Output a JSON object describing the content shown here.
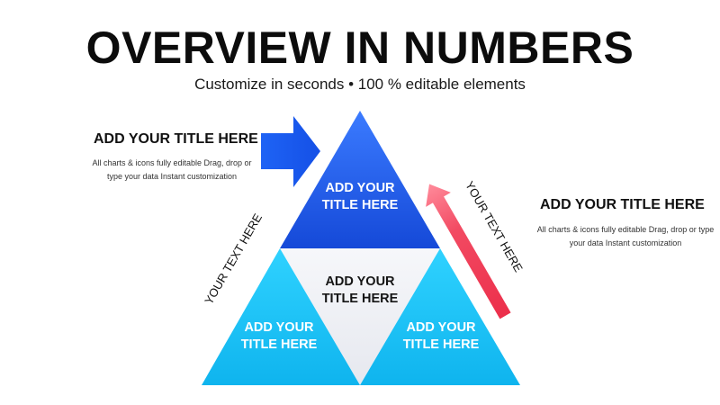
{
  "header": {
    "title": "OVERVIEW IN NUMBERS",
    "subtitle": "Customize in seconds • 100 % editable elements"
  },
  "left_block": {
    "title": "ADD YOUR TITLE HERE",
    "text": "All charts & icons fully editable Drag, drop or type your data Instant customization"
  },
  "right_block": {
    "title": "ADD YOUR TITLE HERE",
    "text": "All charts & icons fully editable Drag, drop or type your data Instant customization"
  },
  "pyramid": {
    "top": {
      "line1": "ADD YOUR",
      "line2": "TITLE HERE"
    },
    "center": {
      "line1": "ADD YOUR",
      "line2": "TITLE HERE"
    },
    "bottom_left": {
      "line1": "ADD YOUR",
      "line2": "TITLE HERE"
    },
    "bottom_right": {
      "line1": "ADD YOUR",
      "line2": "TITLE HERE"
    }
  },
  "rotated_labels": {
    "left": "YOUR TEXT HERE",
    "right": "YOUR TEXT HERE"
  },
  "colors": {
    "top_triangle": "#1a56e8",
    "bottom_triangles": "#19c3f5",
    "center_triangle": "#eeeff4",
    "arrow_blue": "#1a5cf0",
    "arrow_red": "#f03a55"
  }
}
